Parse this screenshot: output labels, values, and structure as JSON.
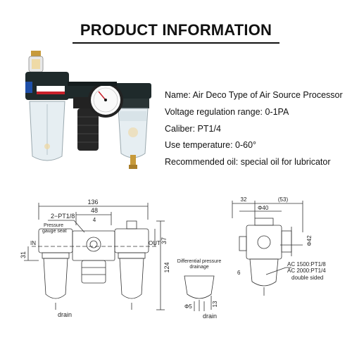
{
  "page_title": "PRODUCT INFORMATION",
  "specs": [
    "Name: Air Deco Type of Air Source Processor",
    "Voltage regulation range: 0-1PA",
    "Caliber: PT1/4",
    "Use temperature: 0-60°",
    "Recommended oil: special oil for lubricator"
  ],
  "front_view": {
    "dim_overall_width": "136",
    "dim_port": "2−PT1/8",
    "dim_mid_width": "48",
    "dim_small": "4",
    "pressure_label_1": "Pressure",
    "pressure_label_2": "gauge seat",
    "dim_side_37": "37",
    "dim_height": "124",
    "dim_in_height": "31",
    "label_in": "IN",
    "label_out": "OUT",
    "label_drain": "drain"
  },
  "drainage_detail": {
    "label_1": "Differential pressure",
    "label_2": "drainage",
    "dim_diameter": "Φ5",
    "dim_height": "13",
    "label_drain": "drain"
  },
  "side_view": {
    "dim_32": "32",
    "dim_53": "(53)",
    "dim_phi40": "Φ40",
    "dim_phi42": "Φ42",
    "dim_6": "6",
    "note_1": "AC 1500:PT1/8",
    "note_2": "AC 2000:PT1/4",
    "note_3": "double sided"
  },
  "colors": {
    "body_dark": "#1f2a2b",
    "bowl_clear": "#e6eef2",
    "label_red": "#c8202a",
    "brass": "#c79a3a",
    "line": "#333333"
  }
}
